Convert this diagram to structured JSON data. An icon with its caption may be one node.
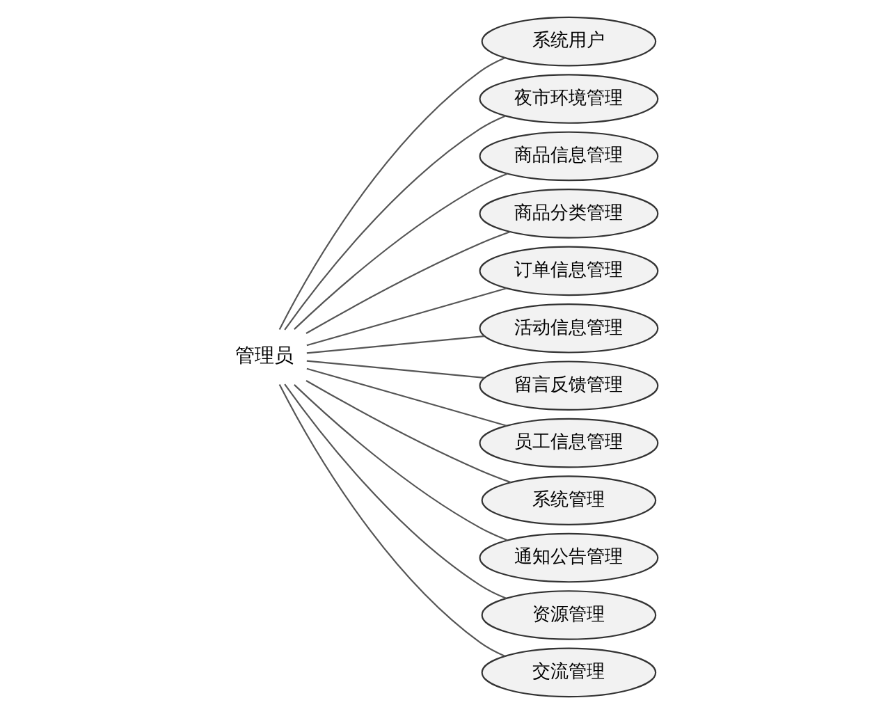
{
  "diagram": {
    "nodes": [
      {
        "text": [
          "管理员"
        ]
      },
      {
        "text": [
          "系统用户"
        ]
      },
      {
        "text": [
          "夜市环境管理"
        ]
      },
      {
        "text": [
          "商品信息管理"
        ]
      },
      {
        "text": [
          "商品分类管理"
        ]
      },
      {
        "text": [
          "订单信息管理"
        ]
      },
      {
        "text": [
          "活动信息管理"
        ]
      },
      {
        "text": [
          "留言反馈管理"
        ]
      },
      {
        "text": [
          "员工信息管理"
        ]
      },
      {
        "text": [
          "系统管理"
        ]
      },
      {
        "text": [
          "通知公告管理"
        ]
      },
      {
        "text": [
          "资源管理"
        ]
      },
      {
        "text": [
          "交流管理"
        ]
      }
    ],
    "edges": [
      {
        "from": 0,
        "to": 1,
        "arrow": "none"
      },
      {
        "from": 0,
        "to": 2,
        "arrow": "none"
      },
      {
        "from": 0,
        "to": 3,
        "arrow": "none"
      },
      {
        "from": 0,
        "to": 4,
        "arrow": "none"
      },
      {
        "from": 0,
        "to": 5,
        "arrow": "none"
      },
      {
        "from": 0,
        "to": 6,
        "arrow": "none"
      },
      {
        "from": 0,
        "to": 7,
        "arrow": "none"
      },
      {
        "from": 0,
        "to": 8,
        "arrow": "none"
      },
      {
        "from": 0,
        "to": 9,
        "arrow": "none"
      },
      {
        "from": 0,
        "to": 10,
        "arrow": "none"
      },
      {
        "from": 0,
        "to": 11,
        "arrow": "none"
      },
      {
        "from": 0,
        "to": 12,
        "arrow": "none"
      }
    ]
  }
}
